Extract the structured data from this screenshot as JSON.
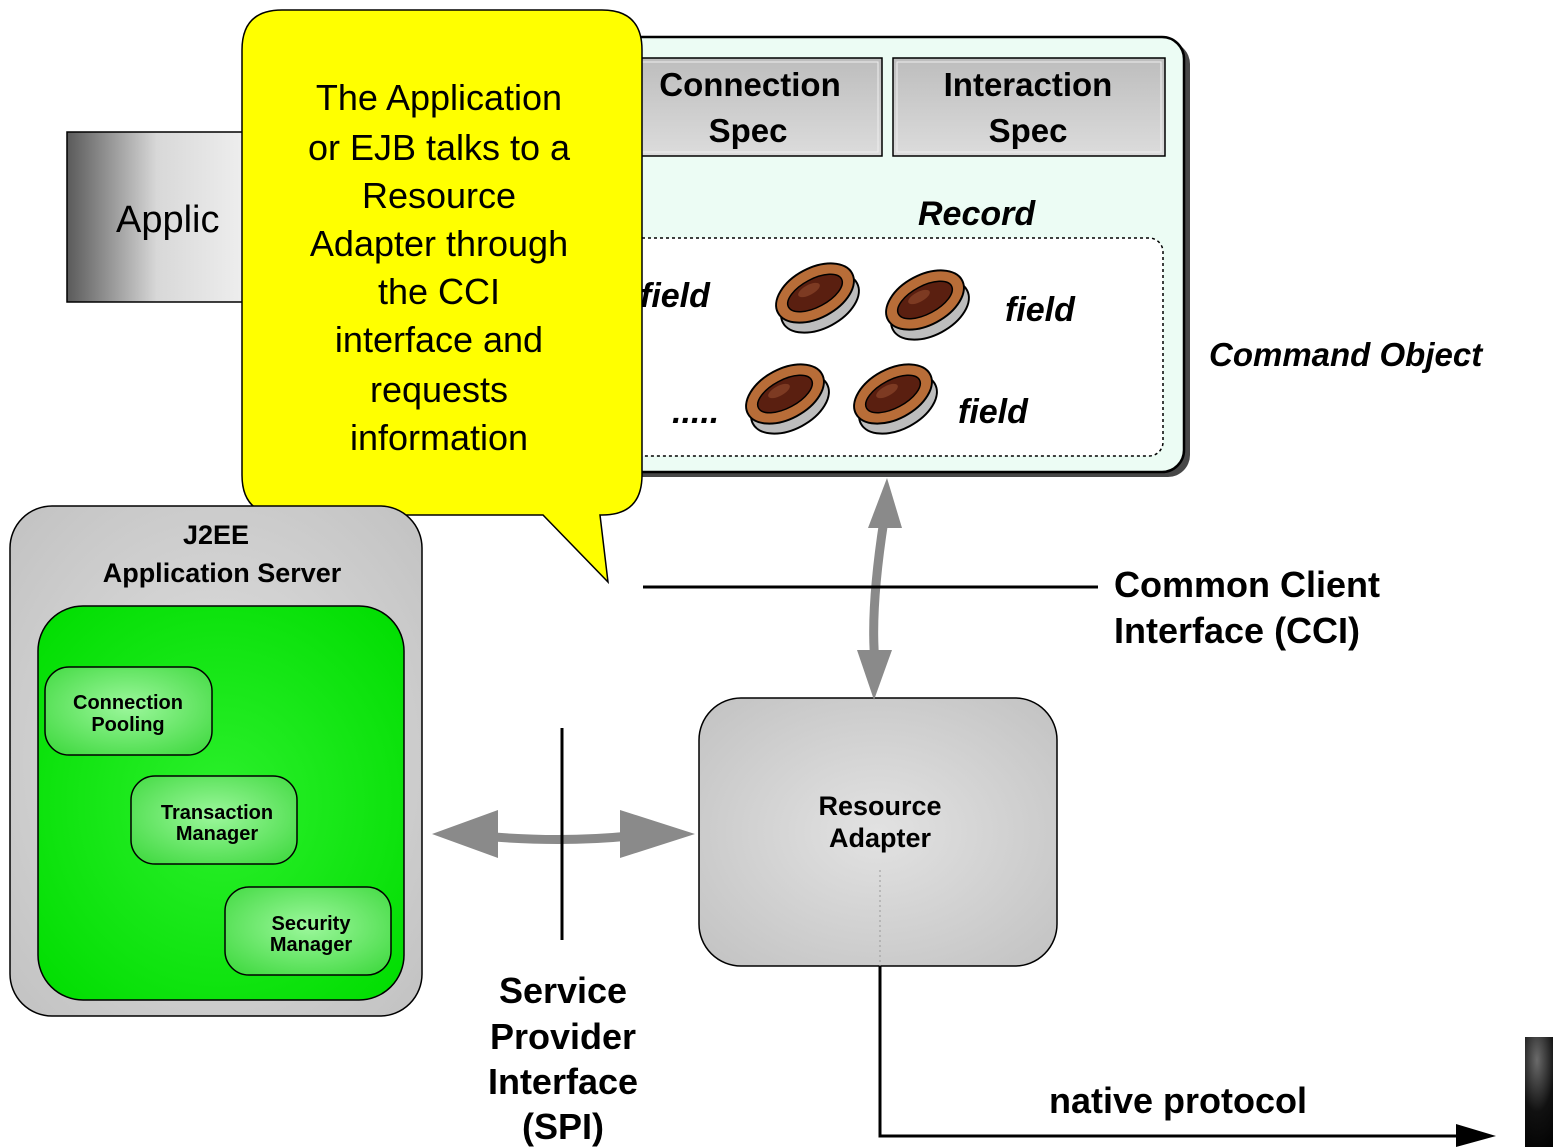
{
  "callout": {
    "lines": [
      "The Application",
      "or EJB talks to a",
      "Resource",
      "Adapter through",
      "the CCI",
      "interface and",
      "requests",
      "information"
    ],
    "color": "#ffff00"
  },
  "application_box": {
    "label": "Applic"
  },
  "command_object": {
    "label": "Command Object",
    "connection_spec": [
      "Connection",
      "Spec"
    ],
    "interaction_spec": [
      "Interaction",
      "Spec"
    ],
    "record_label": "Record",
    "fields": [
      "field",
      "field",
      "field"
    ],
    "ellipsis": ".....",
    "color": "#ecfcf4"
  },
  "app_server": {
    "title": [
      "J2EE",
      "Application Server"
    ],
    "connection_pooling": [
      "Connection",
      "Pooling"
    ],
    "transaction_manager": [
      "Transaction",
      "Manager"
    ],
    "security_manager": [
      "Security",
      "Manager"
    ],
    "inner_color": "#00ff00"
  },
  "resource_adapter": {
    "label": [
      "Resource",
      "Adapter"
    ]
  },
  "cci_label": [
    "Common Client",
    "Interface (CCI)"
  ],
  "spi_label": [
    "Service",
    "Provider",
    "Interface",
    "(SPI)"
  ],
  "native_protocol": "native protocol"
}
